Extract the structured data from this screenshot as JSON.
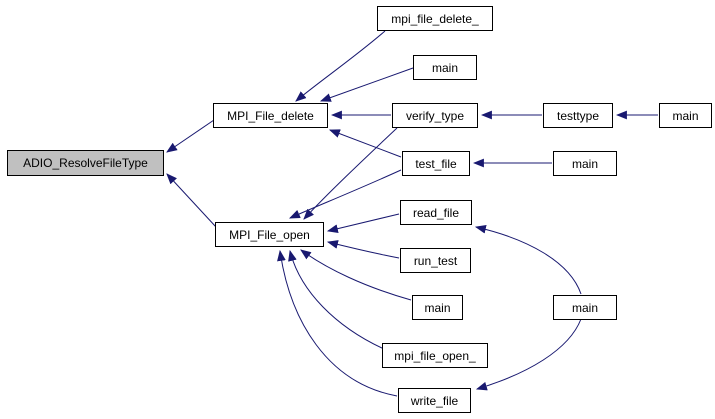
{
  "graph": {
    "kind": "caller-graph",
    "nodes": [
      {
        "id": "ADIO_ResolveFileType",
        "label": "ADIO_ResolveFileType",
        "highlighted": true
      },
      {
        "id": "MPI_File_delete",
        "label": "MPI_File_delete",
        "highlighted": false
      },
      {
        "id": "mpi_file_delete_",
        "label": "mpi_file_delete_",
        "highlighted": false
      },
      {
        "id": "main-1",
        "label": "main",
        "highlighted": false
      },
      {
        "id": "verify_type",
        "label": "verify_type",
        "highlighted": false
      },
      {
        "id": "testtype",
        "label": "testtype",
        "highlighted": false
      },
      {
        "id": "main-2",
        "label": "main",
        "highlighted": false
      },
      {
        "id": "test_file",
        "label": "test_file",
        "highlighted": false
      },
      {
        "id": "main-3",
        "label": "main",
        "highlighted": false
      },
      {
        "id": "MPI_File_open",
        "label": "MPI_File_open",
        "highlighted": false
      },
      {
        "id": "read_file",
        "label": "read_file",
        "highlighted": false
      },
      {
        "id": "run_test",
        "label": "run_test",
        "highlighted": false
      },
      {
        "id": "main-4",
        "label": "main",
        "highlighted": false
      },
      {
        "id": "main-5",
        "label": "main",
        "highlighted": false
      },
      {
        "id": "mpi_file_open_",
        "label": "mpi_file_open_",
        "highlighted": false
      },
      {
        "id": "write_file",
        "label": "write_file",
        "highlighted": false
      }
    ],
    "edges": [
      {
        "from": "MPI_File_delete",
        "to": "ADIO_ResolveFileType"
      },
      {
        "from": "MPI_File_open",
        "to": "ADIO_ResolveFileType"
      },
      {
        "from": "mpi_file_delete_",
        "to": "MPI_File_delete"
      },
      {
        "from": "main-1",
        "to": "MPI_File_delete"
      },
      {
        "from": "verify_type",
        "to": "MPI_File_delete"
      },
      {
        "from": "test_file",
        "to": "MPI_File_delete"
      },
      {
        "from": "testtype",
        "to": "verify_type"
      },
      {
        "from": "main-2",
        "to": "testtype"
      },
      {
        "from": "main-3",
        "to": "test_file"
      },
      {
        "from": "verify_type",
        "to": "MPI_File_open"
      },
      {
        "from": "test_file",
        "to": "MPI_File_open"
      },
      {
        "from": "read_file",
        "to": "MPI_File_open"
      },
      {
        "from": "run_test",
        "to": "MPI_File_open"
      },
      {
        "from": "main-4",
        "to": "MPI_File_open"
      },
      {
        "from": "mpi_file_open_",
        "to": "MPI_File_open"
      },
      {
        "from": "write_file",
        "to": "MPI_File_open"
      },
      {
        "from": "main-5",
        "to": "read_file"
      },
      {
        "from": "main-5",
        "to": "write_file"
      }
    ]
  },
  "colors": {
    "edge": "#191970",
    "node_border": "#000000",
    "node_fill": "#ffffff",
    "highlight_fill": "#c0c0c0",
    "background": "#ffffff",
    "text": "#000000"
  }
}
